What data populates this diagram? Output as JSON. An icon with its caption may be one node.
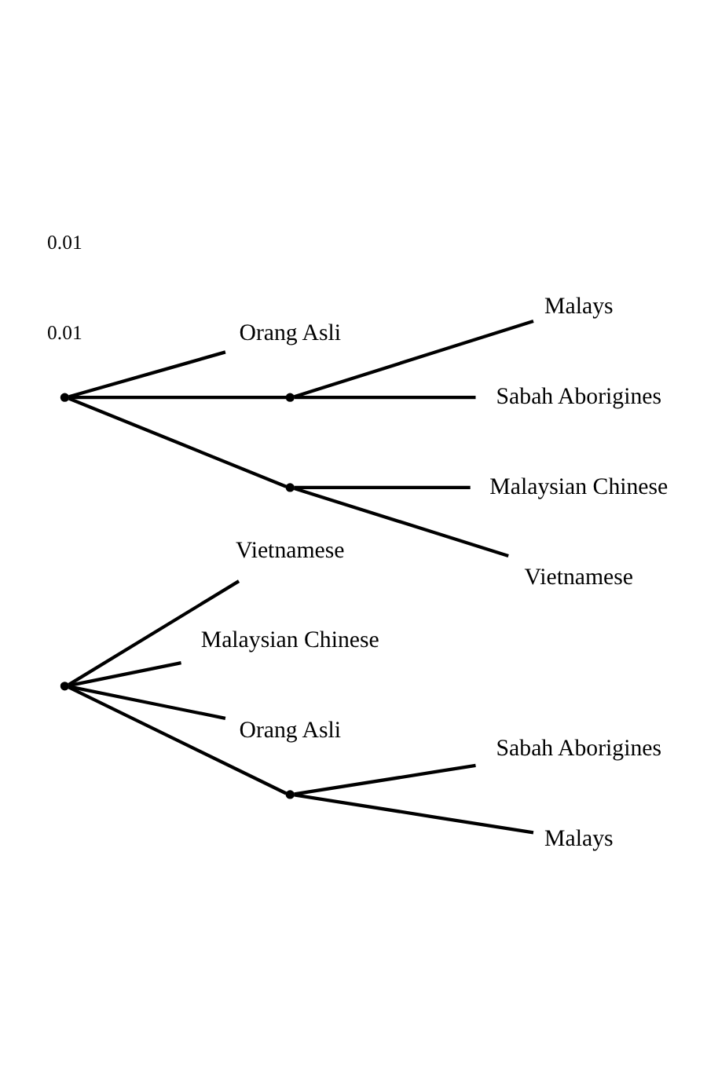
{
  "diagram": {
    "nodes": [
      {
        "text": [
          "Vietnamese"
        ]
      },
      {
        "text": [
          "Malaysian Chinese"
        ]
      },
      {
        "text": [
          "Orang Asli"
        ]
      },
      {
        "text": [
          "Sabah Aborigines"
        ]
      },
      {
        "text": [
          "Malays"
        ]
      },
      {
        "text": [],
        "shape": "point"
      },
      {
        "text": [],
        "shape": "point"
      },
      {
        "text": [
          "Orang Asli"
        ]
      },
      {
        "text": [
          "Malays"
        ]
      },
      {
        "text": [
          "Sabah Aborigines"
        ]
      },
      {
        "text": [
          "Malaysian Chinese"
        ]
      },
      {
        "text": [
          "Vietnamese"
        ]
      },
      {
        "text": [],
        "shape": "point"
      },
      {
        "text": [],
        "shape": "point"
      },
      {
        "text": [],
        "shape": "point"
      }
    ],
    "edges": [
      {
        "from": 5,
        "to": 0,
        "arrow": "none"
      },
      {
        "from": 5,
        "to": 1,
        "arrow": "none"
      },
      {
        "from": 5,
        "to": 2,
        "arrow": "none"
      },
      {
        "from": 5,
        "to": 6,
        "arrow": "none"
      },
      {
        "from": 6,
        "to": 3,
        "arrow": "none"
      },
      {
        "from": 6,
        "to": 4,
        "arrow": "none"
      },
      {
        "from": 12,
        "to": 7,
        "arrow": "none"
      },
      {
        "from": 12,
        "to": 13,
        "arrow": "none"
      },
      {
        "from": 13,
        "to": 8,
        "arrow": "none"
      },
      {
        "from": 13,
        "to": 9,
        "arrow": "none"
      },
      {
        "from": 12,
        "to": 14,
        "arrow": "none"
      },
      {
        "from": 14,
        "to": 10,
        "arrow": "none"
      },
      {
        "from": 14,
        "to": 11,
        "arrow": "none"
      }
    ],
    "labels": [
      "0.01",
      "0.01"
    ]
  }
}
